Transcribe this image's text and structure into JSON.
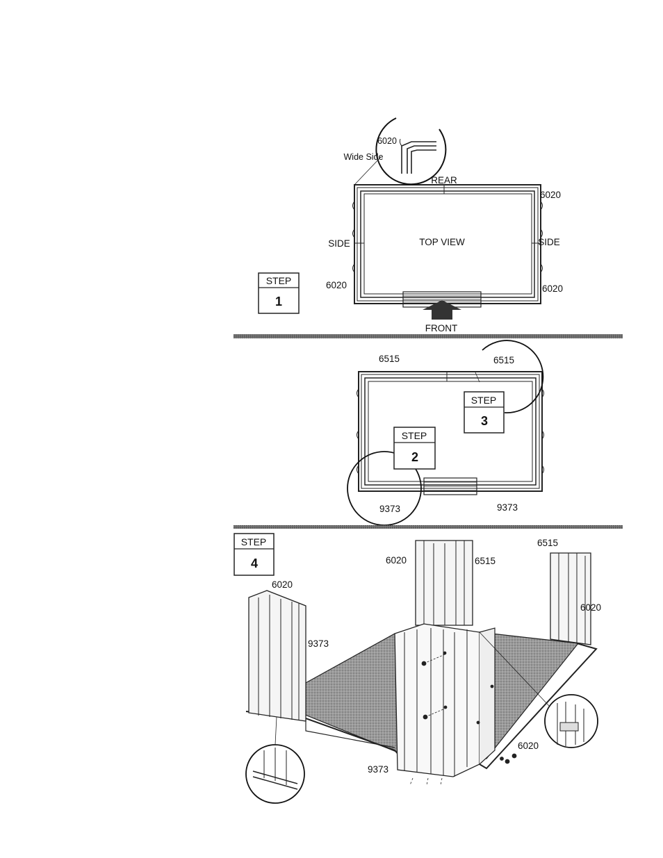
{
  "step1": {
    "step_word": "STEP",
    "step_number": "1",
    "label_rear": "REAR",
    "label_front": "FRONT",
    "label_top_view": "TOP VIEW",
    "label_side_left": "SIDE",
    "label_side_right": "SIDE",
    "part_tr": "6020",
    "part_bl": "6020",
    "part_br": "6020",
    "detail_part": "6020",
    "detail_note": "Wide Side"
  },
  "step2": {
    "step_word": "STEP",
    "step_number": "2",
    "part_front_left": "9373",
    "part_front_right": "9373"
  },
  "step3": {
    "step_word": "STEP",
    "step_number": "3",
    "part_rear_left": "6515",
    "part_rear_right": "6515"
  },
  "step4": {
    "step_word": "STEP",
    "step_number": "4",
    "part_left_post_top": "6020",
    "part_left_side": "9373",
    "part_center_left": "6020",
    "part_center_right": "6515",
    "part_right_top": "6515",
    "part_right_side": "6020",
    "part_front_bottom": "9373",
    "part_front_corner": "6020"
  }
}
